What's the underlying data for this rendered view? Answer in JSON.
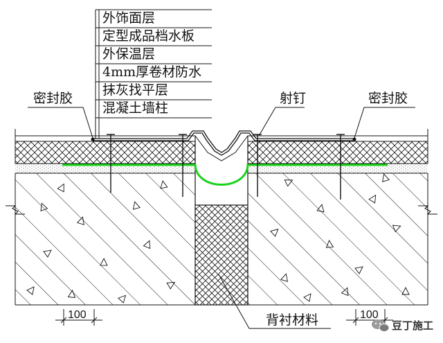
{
  "layer_labels": [
    {
      "text": "外饰面层"
    },
    {
      "text": "定型成品档水板"
    },
    {
      "text": "外保温层"
    },
    {
      "text": "4mm厚卷材防水"
    },
    {
      "text": "抹灰找平层"
    },
    {
      "text": "混凝土墙柱"
    }
  ],
  "callouts": {
    "sealant_left": "密封胶",
    "nail": "射钉",
    "sealant_right": "密封胶",
    "backing": "背衬材料"
  },
  "dimensions": {
    "left": "100",
    "right": "100"
  },
  "watermark": {
    "text": "豆丁施工",
    "icon": "wechat-bubble-icon"
  },
  "colors": {
    "waterproof_membrane": "#19d219",
    "line": "#111111",
    "background": "#ffffff"
  }
}
